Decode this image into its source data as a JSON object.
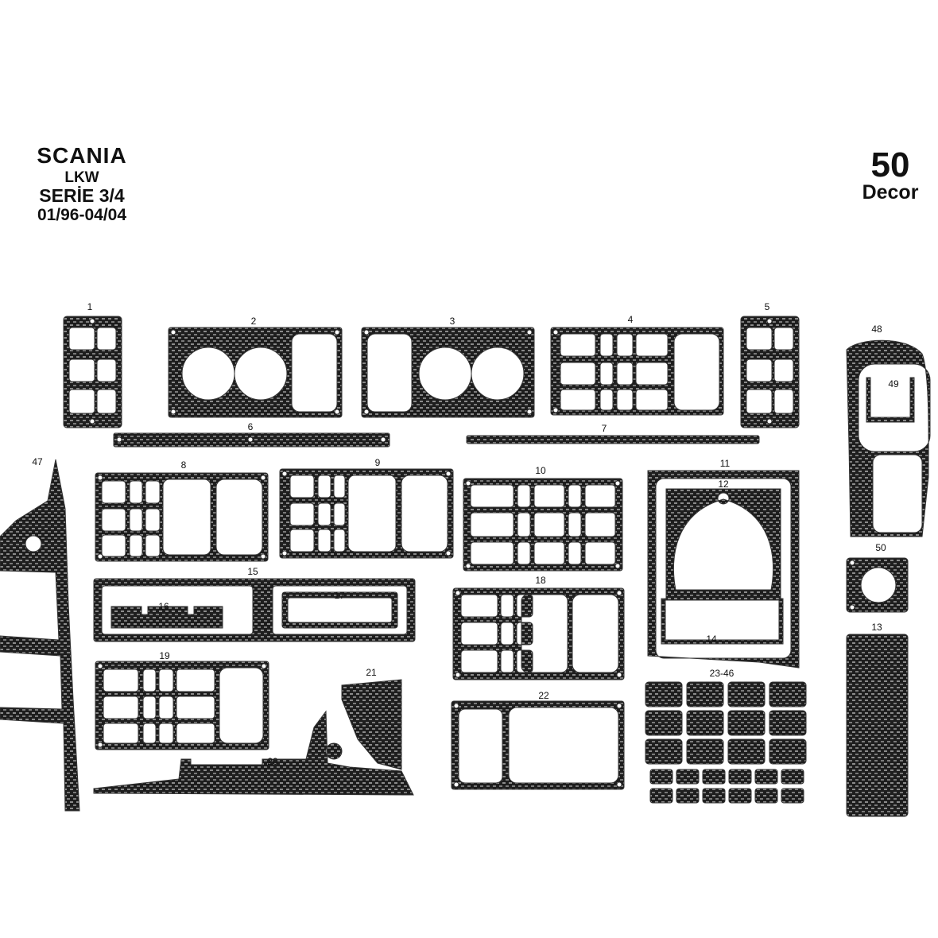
{
  "header": {
    "make": "SCANIA",
    "type": "LKW",
    "series": "SERİE 3/4",
    "years": "01/96-04/04"
  },
  "badge": {
    "count": "50",
    "word": "Decor"
  },
  "colors": {
    "carbon_dark": "#1e1e1e",
    "carbon_light": "#8a8a8a",
    "background": "#ffffff",
    "text": "#111111"
  },
  "part_labels": {
    "p1": "1",
    "p2": "2",
    "p3": "3",
    "p4": "4",
    "p5": "5",
    "p6": "6",
    "p7": "7",
    "p8": "8",
    "p9": "9",
    "p10": "10",
    "p11": "11",
    "p12": "12",
    "p13": "13",
    "p14": "14",
    "p15": "15",
    "p16": "16",
    "p17": "17",
    "p18": "18",
    "p19": "19",
    "p20": "20",
    "p21": "21",
    "p22": "22",
    "p23_46": "23-46",
    "p47": "47",
    "p48": "48",
    "p49": "49",
    "p50": "50"
  }
}
